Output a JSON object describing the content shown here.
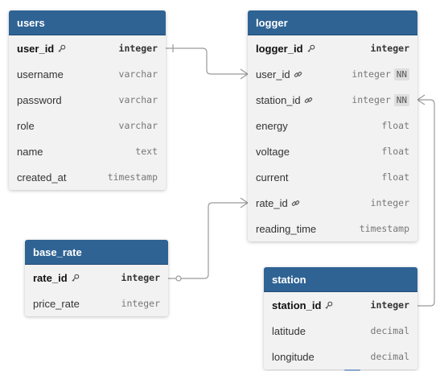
{
  "colors": {
    "header": "#2f6394",
    "body": "#f2f2f2",
    "connector": "#9a9a9a"
  },
  "tables": {
    "users": {
      "title": "users",
      "fields": [
        {
          "name": "user_id",
          "type": "integer",
          "pk": true,
          "icon": "key-icon"
        },
        {
          "name": "username",
          "type": "varchar"
        },
        {
          "name": "password",
          "type": "varchar"
        },
        {
          "name": "role",
          "type": "varchar"
        },
        {
          "name": "name",
          "type": "text"
        },
        {
          "name": "created_at",
          "type": "timestamp"
        }
      ]
    },
    "logger": {
      "title": "logger",
      "fields": [
        {
          "name": "logger_id",
          "type": "integer",
          "pk": true,
          "icon": "key-icon"
        },
        {
          "name": "user_id",
          "type": "integer",
          "icon": "link-icon",
          "badge": "NN"
        },
        {
          "name": "station_id",
          "type": "integer",
          "icon": "link-icon",
          "badge": "NN"
        },
        {
          "name": "energy",
          "type": "float"
        },
        {
          "name": "voltage",
          "type": "float"
        },
        {
          "name": "current",
          "type": "float"
        },
        {
          "name": "rate_id",
          "type": "integer",
          "icon": "link-icon"
        },
        {
          "name": "reading_time",
          "type": "timestamp"
        }
      ]
    },
    "base_rate": {
      "title": "base_rate",
      "fields": [
        {
          "name": "rate_id",
          "type": "integer",
          "pk": true,
          "icon": "key-icon"
        },
        {
          "name": "price_rate",
          "type": "integer"
        }
      ]
    },
    "station": {
      "title": "station",
      "fields": [
        {
          "name": "station_id",
          "type": "integer",
          "pk": true,
          "icon": "key-icon"
        },
        {
          "name": "latitude",
          "type": "decimal"
        },
        {
          "name": "longitude",
          "type": "decimal"
        }
      ]
    }
  },
  "relationships": [
    {
      "from": "users.user_id",
      "to": "logger.user_id",
      "from_end": "one",
      "to_end": "many"
    },
    {
      "from": "base_rate.rate_id",
      "to": "logger.rate_id",
      "from_end": "zero-or-one",
      "to_end": "many"
    },
    {
      "from": "station.station_id",
      "to": "logger.station_id",
      "from_end": "one",
      "to_end": "many"
    }
  ]
}
